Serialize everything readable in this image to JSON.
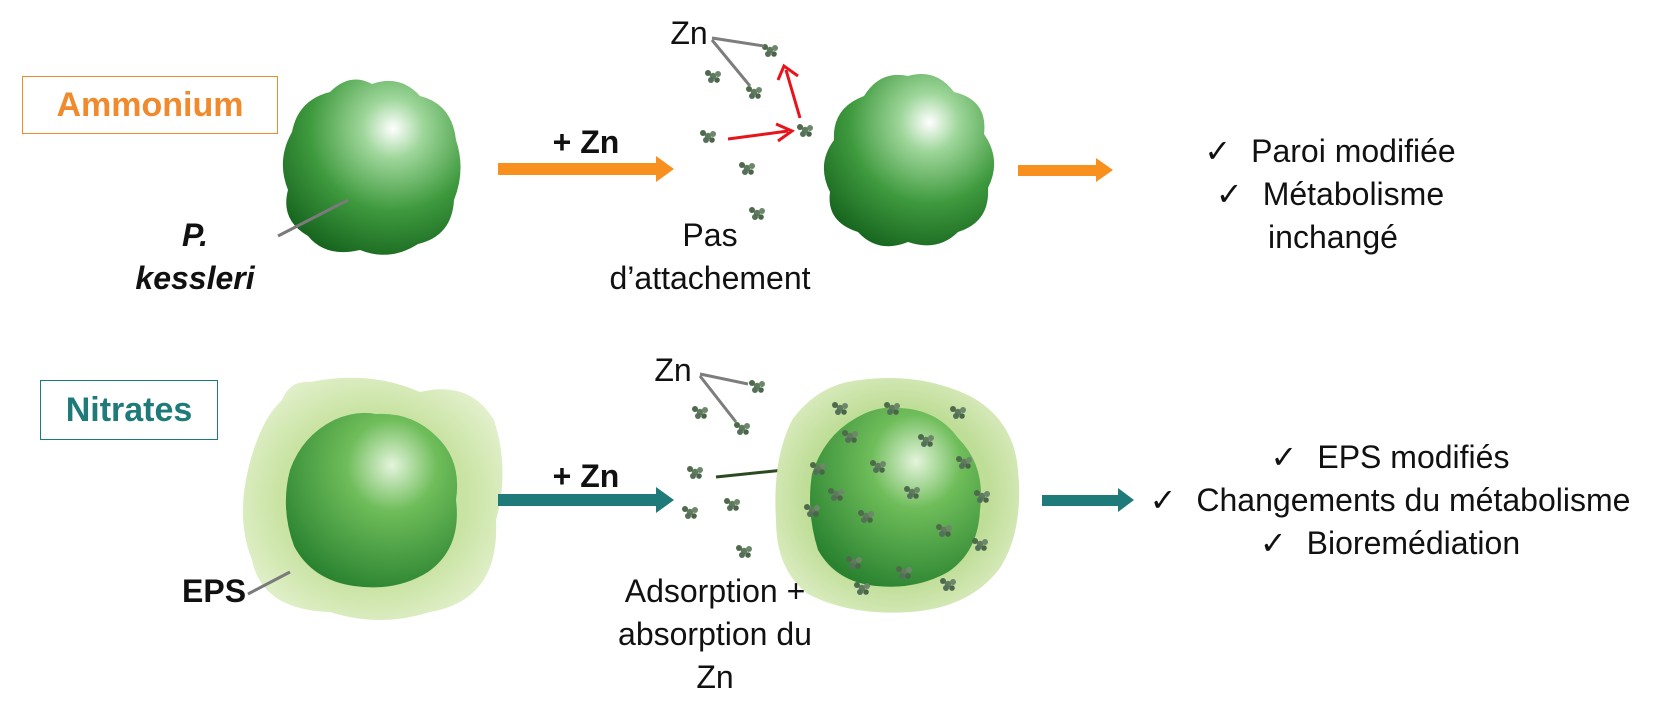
{
  "top": {
    "condition": "Ammonium",
    "species_line1": "P.",
    "species_line2": "kessleri",
    "treatment": "+ Zn",
    "zn_label": "Zn",
    "outcome_line1": "Pas",
    "outcome_line2": "d’attachement",
    "results": [
      "Paroi modifiée",
      "Métabolisme",
      "inchangé"
    ]
  },
  "bottom": {
    "condition": "Nitrates",
    "eps_label": "EPS",
    "treatment": "+ Zn",
    "zn_label": "Zn",
    "outcome_line1": "Adsorption +",
    "outcome_line2": "absorption du",
    "outcome_line3": "Zn",
    "results": [
      "EPS modifiés",
      "Changements du métabolisme",
      "Bioremédiation"
    ]
  },
  "check_mark": "✓",
  "colors": {
    "orange": "#f7901e",
    "teal": "#1f7a7a",
    "cell_green": "#1e7a2a",
    "eps_green": "#cfe6a8",
    "red_arrow": "#e8141a",
    "dark_arrow": "#2b4a1f"
  }
}
